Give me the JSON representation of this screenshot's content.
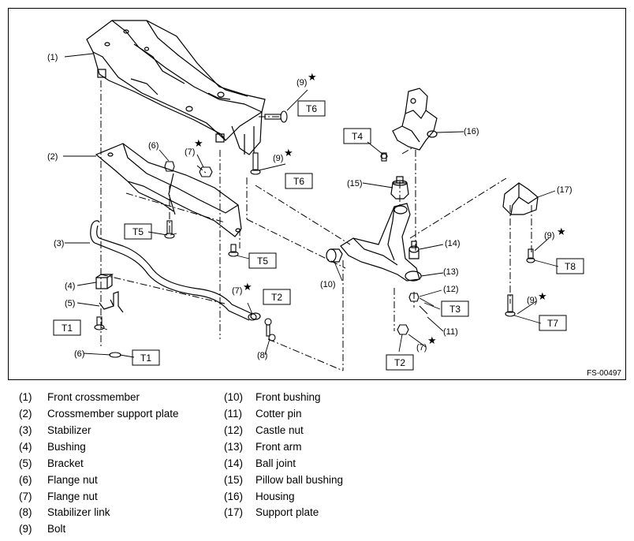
{
  "figure_code": "FS-00497",
  "callouts": {
    "c1": "(1)",
    "c2": "(2)",
    "c3": "(3)",
    "c4": "(4)",
    "c5": "(5)",
    "c6a": "(6)",
    "c6b": "(6)",
    "c7a": "(7)",
    "c7b": "(7)",
    "c7c": "(7)",
    "c8": "(8)",
    "c9a": "(9)",
    "c9b": "(9)",
    "c9c": "(9)",
    "c9d": "(9)",
    "c10": "(10)",
    "c11": "(11)",
    "c12": "(12)",
    "c13": "(13)",
    "c14": "(14)",
    "c15": "(15)",
    "c16": "(16)",
    "c17": "(17)"
  },
  "torque_labels": {
    "t6a": "T6",
    "t6b": "T6",
    "t4": "T4",
    "t5a": "T5",
    "t5b": "T5",
    "t2a": "T2",
    "t2b": "T2",
    "t1a": "T1",
    "t1b": "T1",
    "t3": "T3",
    "t7": "T7",
    "t8": "T8"
  },
  "star_glyph": "★",
  "legend_left": [
    {
      "num": "(1)",
      "name": "Front crossmember"
    },
    {
      "num": "(2)",
      "name": "Crossmember support plate"
    },
    {
      "num": "(3)",
      "name": "Stabilizer"
    },
    {
      "num": "(4)",
      "name": "Bushing"
    },
    {
      "num": "(5)",
      "name": "Bracket"
    },
    {
      "num": "(6)",
      "name": "Flange nut"
    },
    {
      "num": "(7)",
      "name": "Flange nut"
    },
    {
      "num": "(8)",
      "name": "Stabilizer link"
    },
    {
      "num": "(9)",
      "name": "Bolt"
    }
  ],
  "legend_right": [
    {
      "num": "(10)",
      "name": "Front bushing"
    },
    {
      "num": "(11)",
      "name": "Cotter pin"
    },
    {
      "num": "(12)",
      "name": "Castle nut"
    },
    {
      "num": "(13)",
      "name": "Front arm"
    },
    {
      "num": "(14)",
      "name": "Ball joint"
    },
    {
      "num": "(15)",
      "name": "Pillow ball bushing"
    },
    {
      "num": "(16)",
      "name": "Housing"
    },
    {
      "num": "(17)",
      "name": "Support plate"
    }
  ]
}
